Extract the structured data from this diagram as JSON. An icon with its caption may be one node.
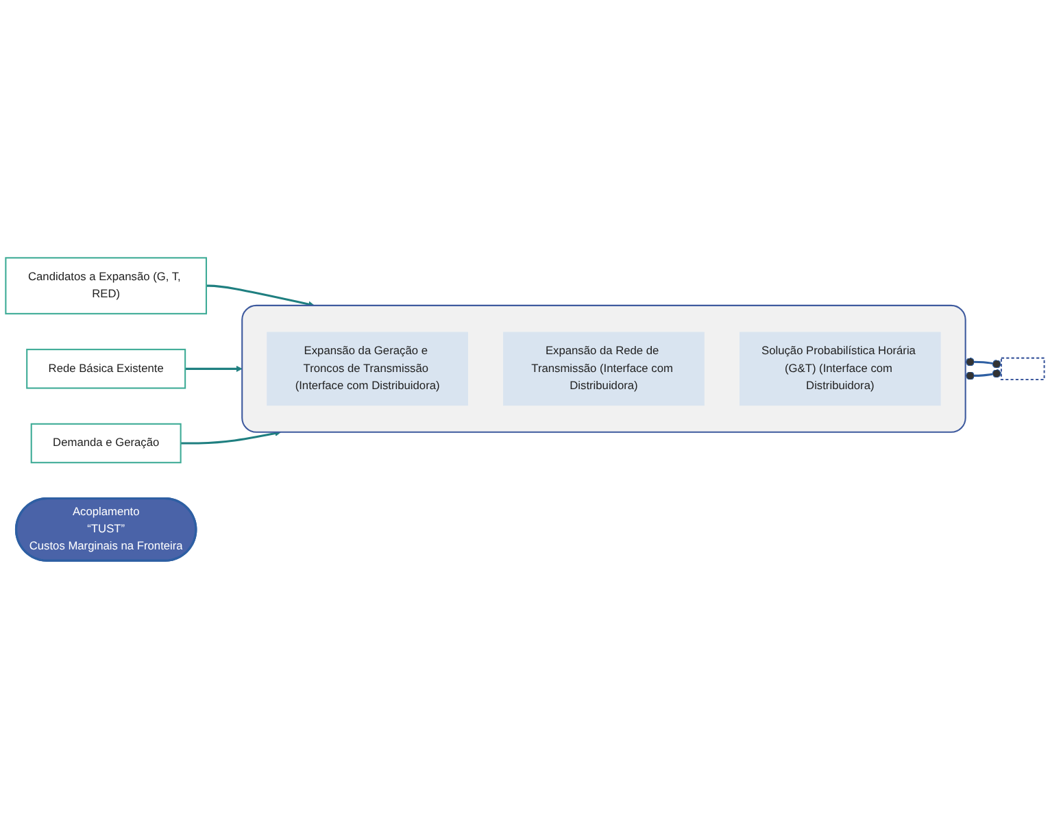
{
  "diagram": {
    "nodes": [
      {
        "text": [],
        "shape": "box"
      },
      {
        "text": [
          "Expansão da Geração e Troncos de Transmissão (Interface com Distribuidora)"
        ],
        "in": 0
      },
      {
        "text": [
          "Expansão da Rede de Transmissão (Interface com Distribuidora)"
        ],
        "in": 0
      },
      {
        "text": [
          "Solução Probabilística Horária (G&T) (Interface com Distribuidora)"
        ],
        "in": 0
      },
      {
        "text": [
          "Candidatos a Expansão (G, T, RED)"
        ]
      },
      {
        "text": [
          "Rede Básica Existente"
        ]
      },
      {
        "text": [
          "Demanda e Geração"
        ]
      },
      {
        "text": [
          "Acoplamento",
          "“TUST”",
          "Custos Marginais na Fronteira"
        ]
      },
      {
        "text": [],
        "shape": "box"
      }
    ],
    "edges": [
      {
        "from": 4,
        "to": 0,
        "arrow": "to"
      },
      {
        "from": 5,
        "to": 0,
        "arrow": "to"
      },
      {
        "from": 6,
        "to": 0,
        "arrow": "to"
      },
      {
        "from": 0,
        "to": 8,
        "arrow": "other",
        "color": "#2e5fa3"
      },
      {
        "from": 0,
        "to": 8,
        "arrow": "other",
        "color": "#2e5fa3"
      }
    ]
  }
}
